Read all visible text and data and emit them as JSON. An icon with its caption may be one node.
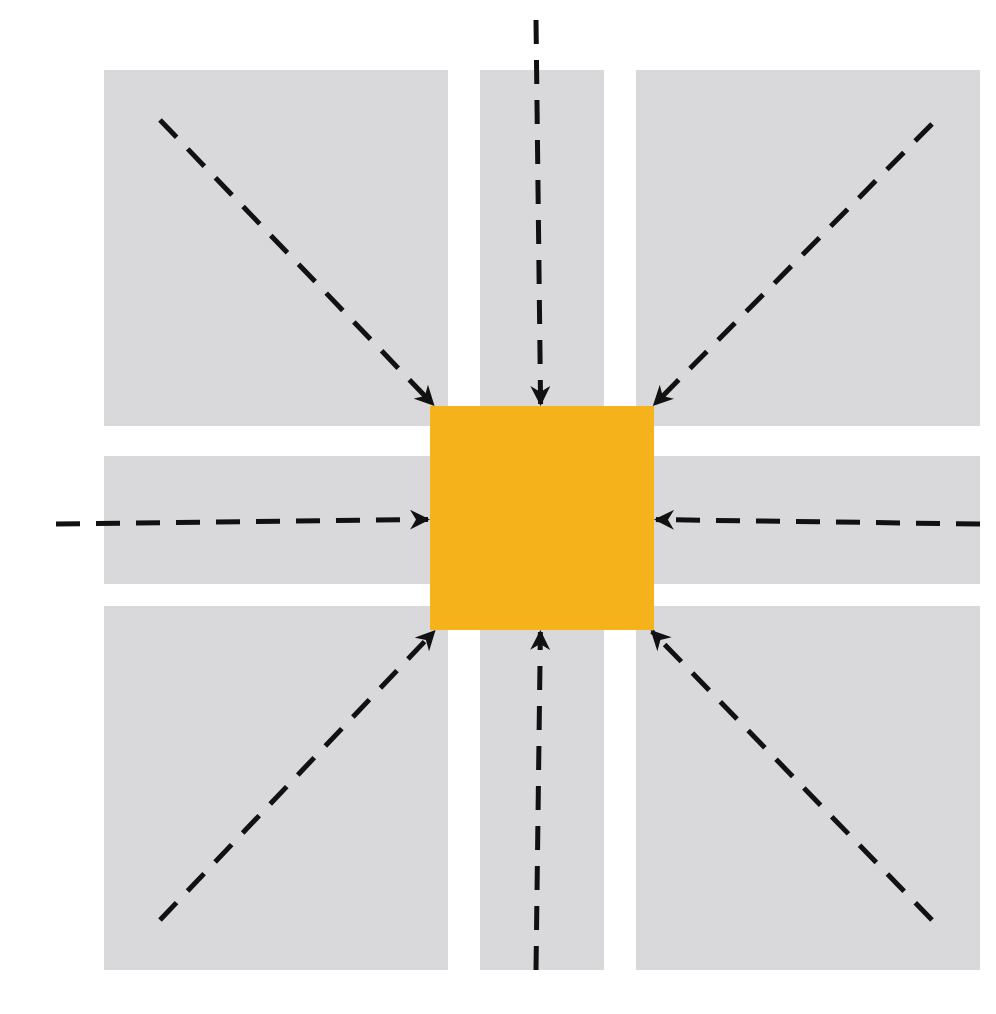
{
  "diagram": {
    "nodes": [
      {
        "text": [],
        "shape": "box"
      },
      {
        "text": [],
        "shape": "box"
      },
      {
        "text": [],
        "shape": "box"
      },
      {
        "text": [],
        "shape": "box"
      },
      {
        "text": [],
        "shape": "box"
      },
      {
        "text": [],
        "shape": "box"
      },
      {
        "text": [],
        "shape": "box"
      },
      {
        "text": [],
        "shape": "box"
      },
      {
        "text": [],
        "shape": "box"
      }
    ],
    "edges": [
      {
        "from": 0,
        "to": 4,
        "arrow": "to",
        "style": "dashed"
      },
      {
        "from": null,
        "to": 4,
        "arrow": "to",
        "style": "dashed"
      },
      {
        "from": 2,
        "to": 4,
        "arrow": "to",
        "style": "dashed"
      },
      {
        "from": null,
        "to": 4,
        "arrow": "to",
        "style": "dashed"
      },
      {
        "from": 5,
        "to": 4,
        "arrow": "to",
        "style": "dashed"
      },
      {
        "from": 6,
        "to": 4,
        "arrow": "to",
        "style": "dashed"
      },
      {
        "from": 7,
        "to": 4,
        "arrow": "to",
        "style": "dashed"
      },
      {
        "from": 8,
        "to": 4,
        "arrow": "to",
        "style": "dashed"
      }
    ]
  }
}
